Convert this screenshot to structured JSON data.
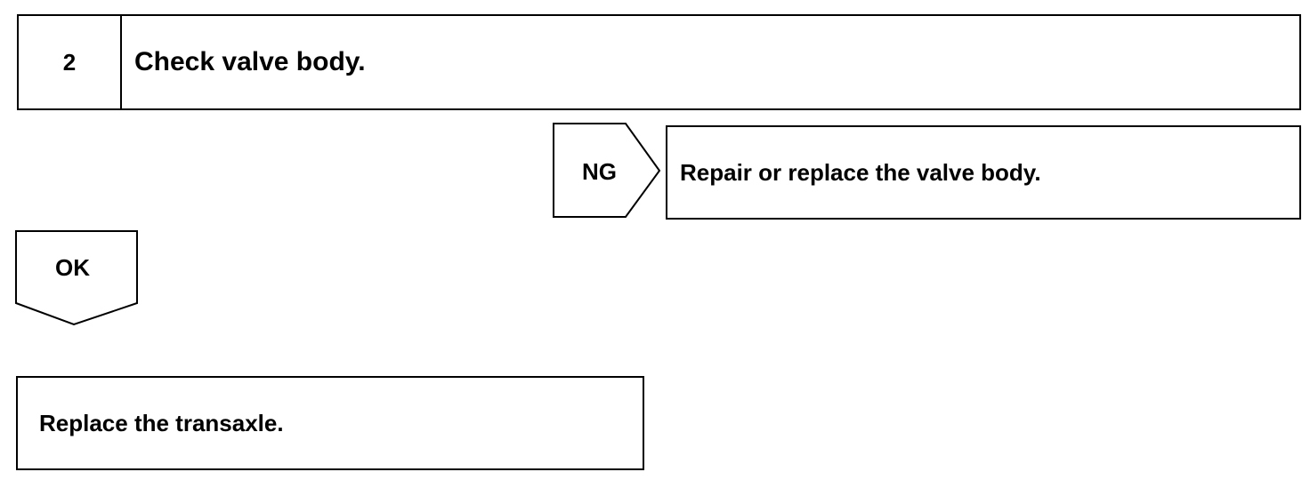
{
  "step": {
    "number": "2",
    "title": "Check valve body."
  },
  "ng_branch": {
    "label": "NG",
    "action": "Repair or replace the valve body."
  },
  "ok_branch": {
    "label": "OK",
    "action": "Replace the transaxle."
  }
}
